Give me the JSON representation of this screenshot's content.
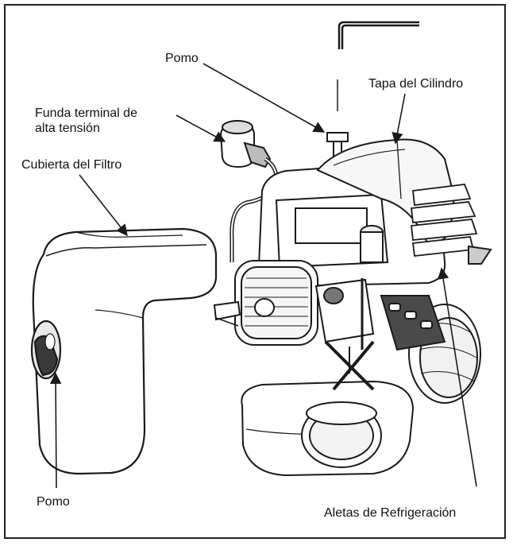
{
  "labels": {
    "pomo_top": "Pomo",
    "tapa_cilindro": "Tapa del Cilindro",
    "funda_line1": "Funda terminal de",
    "funda_line2": "alta tensión",
    "cubierta_filtro": "Cubierta del Filtro",
    "pomo_bottom": "Pomo",
    "aletas": "Aletas de Refrigeración"
  },
  "colors": {
    "line": "#1a1a1a",
    "shade": "#e6e6e6",
    "dark": "#3a3a3a"
  }
}
